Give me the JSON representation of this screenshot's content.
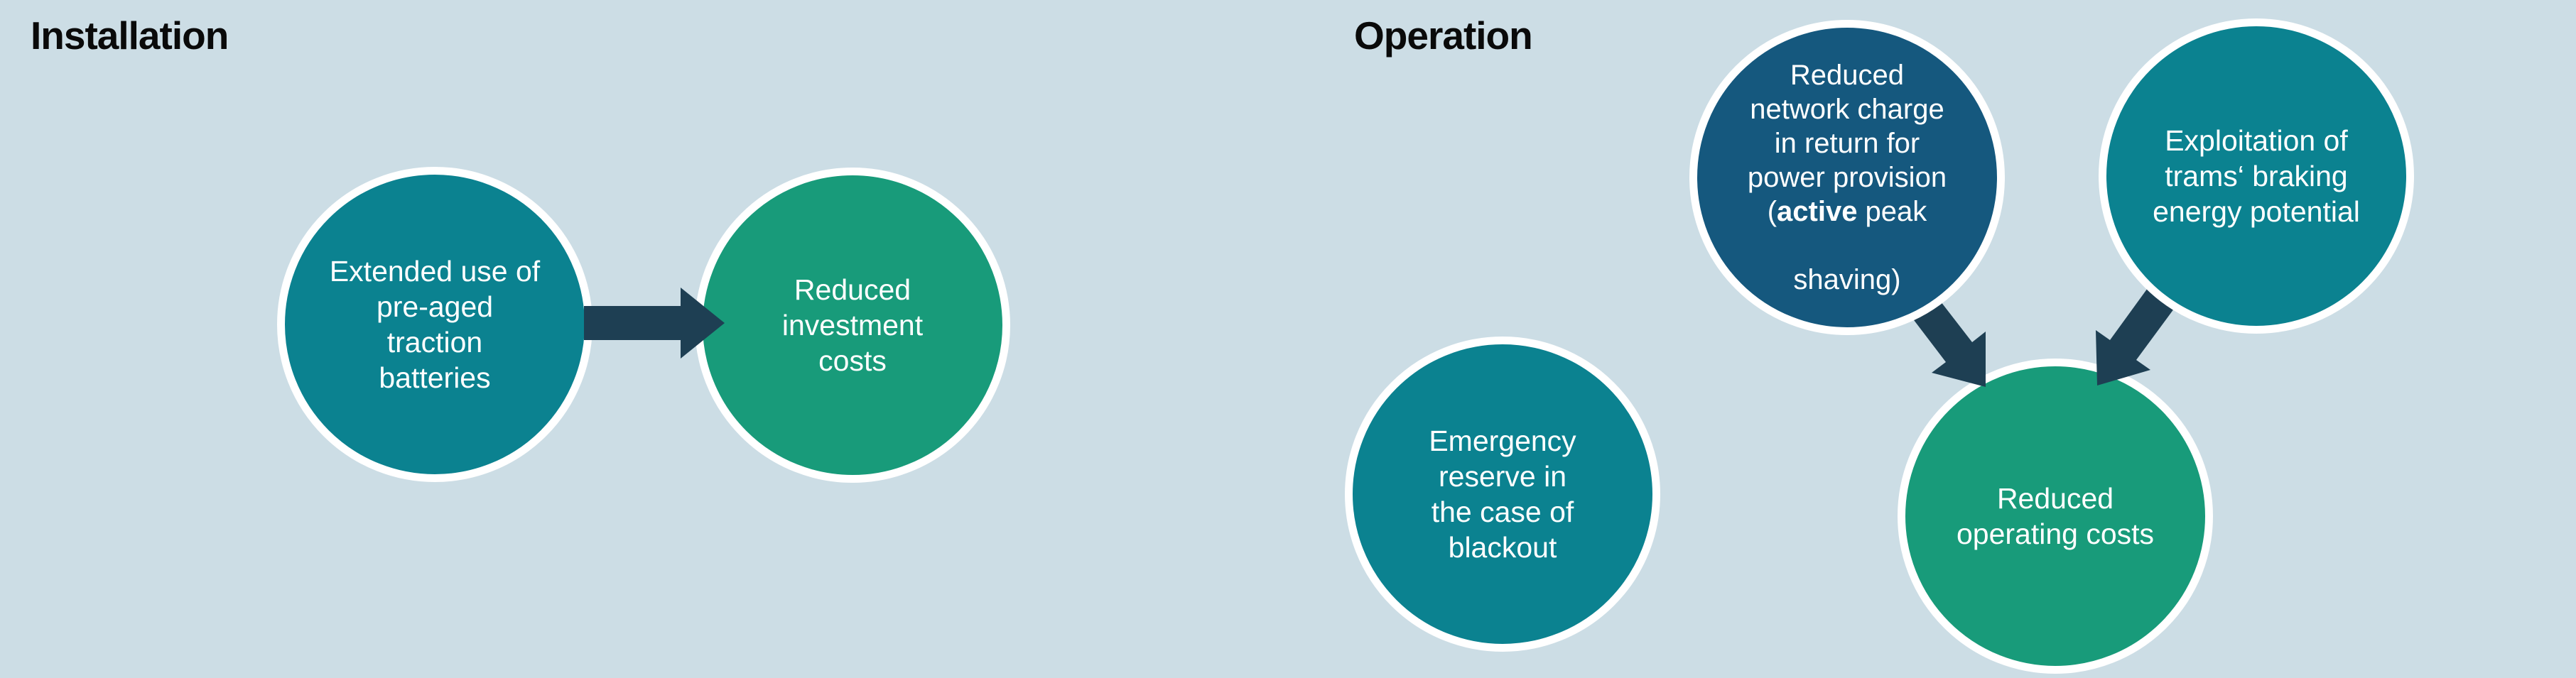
{
  "background_color": "#ccdde5",
  "colors": {
    "teal": "#0b8290",
    "navy": "#15587e",
    "green": "#189b7a",
    "arrow": "#1e3f53",
    "circle_ring": "#ffffff",
    "circle_text": "#ffffff",
    "title_text": "#0a0a0a"
  },
  "sections": {
    "installation": {
      "title": "Installation"
    },
    "operation": {
      "title": "Operation"
    }
  },
  "circles": {
    "extended": {
      "lines": [
        "Extended use of",
        "pre-aged",
        "traction",
        "batteries"
      ],
      "color": "teal"
    },
    "investment": {
      "lines": [
        "Reduced",
        "investment",
        "costs"
      ],
      "color": "green"
    },
    "network": {
      "lines": [
        "Reduced",
        "network charge",
        "in return for",
        "power provision"
      ],
      "paren_open": "(",
      "bold_word": "active",
      "after_bold": " peak",
      "last_line": "shaving)",
      "color": "navy"
    },
    "exploitation": {
      "lines": [
        "Exploitation of",
        "trams‘ braking",
        "energy potential"
      ],
      "color": "teal"
    },
    "emergency": {
      "lines": [
        "Emergency",
        "reserve in",
        "the case of",
        "blackout"
      ],
      "color": "teal"
    },
    "operating": {
      "lines": [
        "Reduced",
        "operating costs"
      ],
      "color": "green"
    }
  },
  "arrows": [
    {
      "name": "arrow-extended-to-investment",
      "from": "extended",
      "to": "investment",
      "direction": "right"
    },
    {
      "name": "arrow-network-to-operating",
      "from": "network",
      "to": "operating",
      "direction": "down-right"
    },
    {
      "name": "arrow-exploitation-to-operating",
      "from": "exploitation",
      "to": "operating",
      "direction": "down-left"
    }
  ]
}
